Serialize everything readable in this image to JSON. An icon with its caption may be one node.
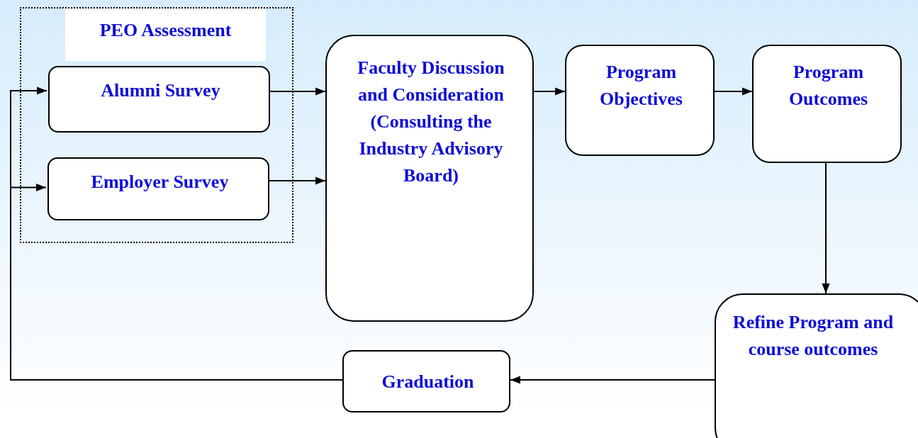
{
  "diagram": {
    "nodes": [
      {
        "text": [
          "PEO Assessment"
        ]
      },
      {
        "text": [
          "Alumni Survey"
        ],
        "in": 0
      },
      {
        "text": [
          "Employer Survey"
        ],
        "in": 0
      },
      {
        "text": [
          "Faculty Discussion and Consideration (Consulting the Industry Advisory Board)"
        ]
      },
      {
        "text": [
          "Program Objectives"
        ]
      },
      {
        "text": [
          "Program Outcomes"
        ]
      },
      {
        "text": [
          "Refine Program and course outcomes"
        ]
      },
      {
        "text": [
          "Graduation"
        ]
      }
    ],
    "edges": [
      {
        "from": 1,
        "to": 3,
        "arrow": "to"
      },
      {
        "from": 2,
        "to": 3,
        "arrow": "to"
      },
      {
        "from": 3,
        "to": 4,
        "arrow": "to"
      },
      {
        "from": 4,
        "to": 5,
        "arrow": "to"
      },
      {
        "from": 5,
        "to": 6,
        "arrow": "to"
      },
      {
        "from": 6,
        "to": 7,
        "arrow": "to"
      },
      {
        "from": 7,
        "to": 1,
        "arrow": "to"
      },
      {
        "from": 7,
        "to": 2,
        "arrow": "to"
      }
    ]
  }
}
